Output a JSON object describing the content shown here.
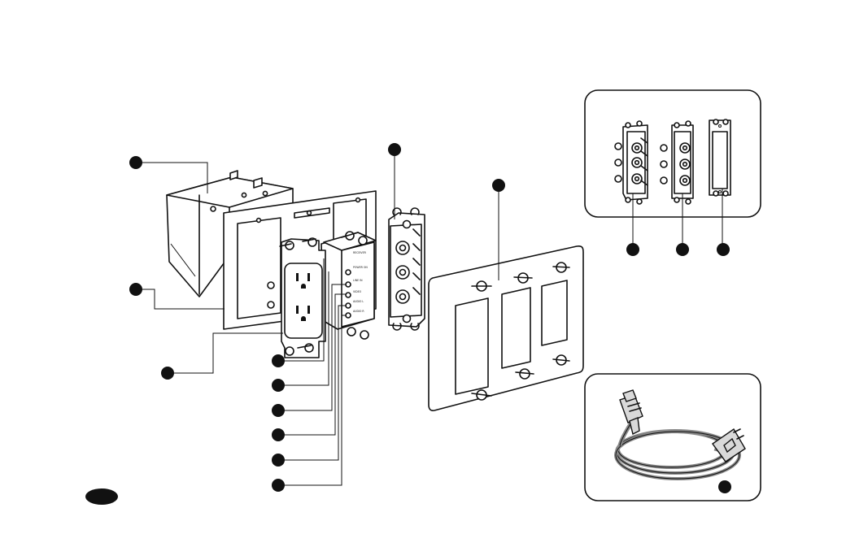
{
  "figure": {
    "label_text": [
      "RECEIVER",
      "POWER ON",
      "LINE IN",
      "VIDEO",
      "AUDIO L",
      "AUDIO R"
    ]
  }
}
